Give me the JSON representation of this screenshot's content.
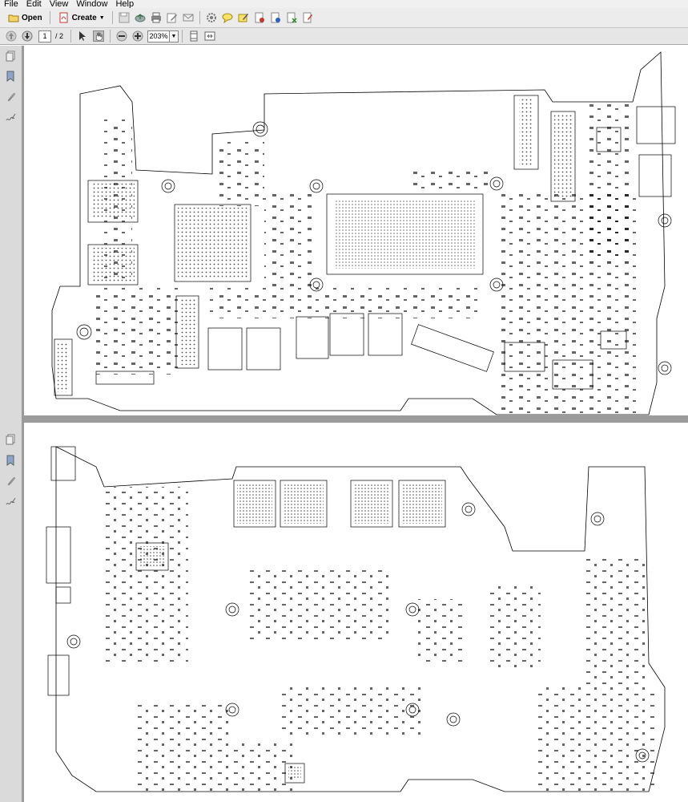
{
  "menu": [
    "File",
    "Edit",
    "View",
    "Window",
    "Help"
  ],
  "toolbar": {
    "open_label": "Open",
    "create_label": "Create",
    "icons": [
      "save-icon",
      "upload-icon",
      "print-icon",
      "edit-icon",
      "email-icon",
      "settings-icon",
      "comment-icon",
      "sign-icon",
      "stamp-icon",
      "export-icon",
      "review-icon",
      "form-icon"
    ]
  },
  "navigation": {
    "current_page": "1",
    "total_pages": "/ 2",
    "zoom": "203%"
  },
  "colors": {
    "chrome": "#ececec",
    "sidebar": "#dadada",
    "document_background": "#9b9b9b",
    "page": "#ffffff",
    "drawing": "#000000"
  }
}
